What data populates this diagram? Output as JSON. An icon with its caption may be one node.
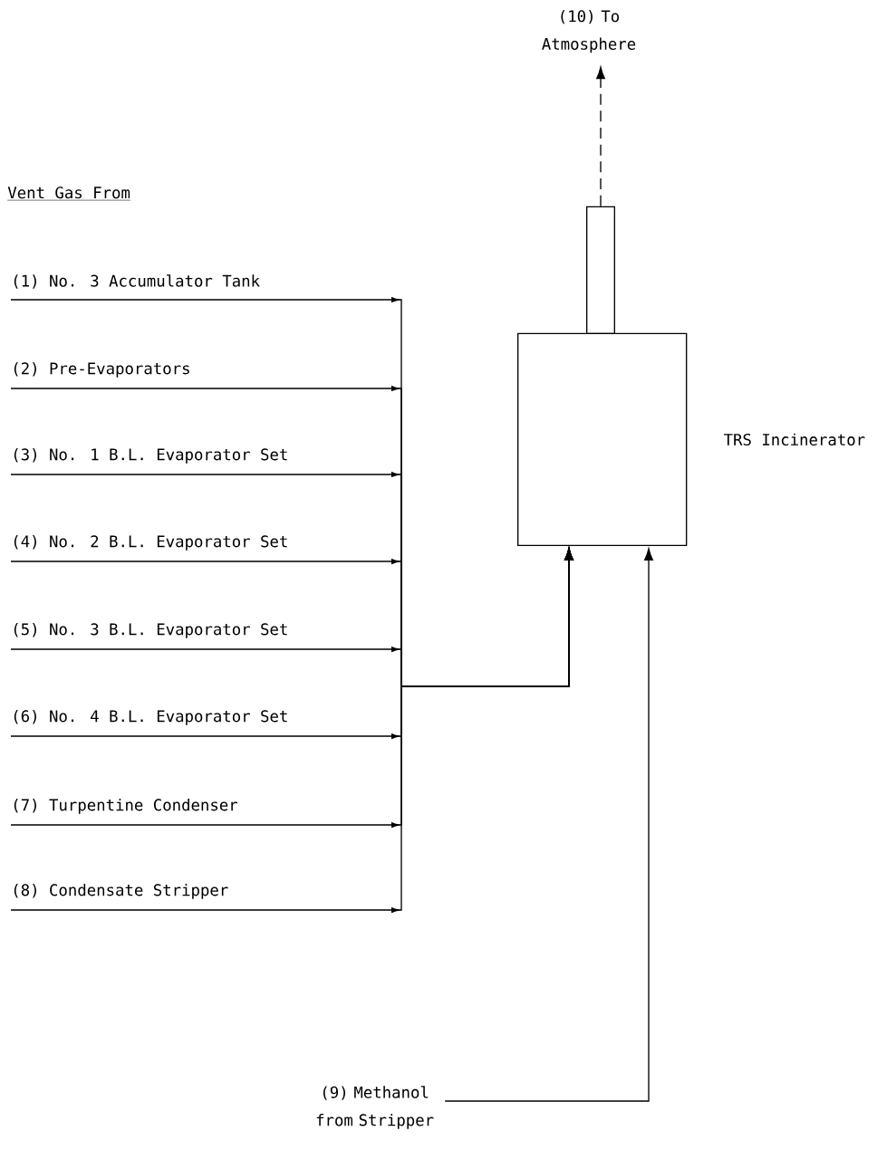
{
  "diagram": {
    "nodes": [
      {
        "text": [
          "(1) No. 3 Accumulator Tank"
        ]
      },
      {
        "text": [
          "(2) Pre-Evaporators"
        ]
      },
      {
        "text": [
          "(3) No. 1 B.L. Evaporator Set"
        ]
      },
      {
        "text": [
          "(4) No. 2 B.L. Evaporator Set"
        ]
      },
      {
        "text": [
          "(5) No. 3 B.L. Evaporator Set"
        ]
      },
      {
        "text": [
          "(6) No. 4 B.L. Evaporator Set"
        ]
      },
      {
        "text": [
          "(7) Turpentine Condenser"
        ]
      },
      {
        "text": [
          "(8) Condensate Stripper"
        ]
      },
      {
        "text": [
          "TRS Incinerator"
        ]
      },
      {
        "text": [],
        "shape": "box"
      },
      {
        "text": [
          "(10) To Atmosphere"
        ]
      },
      {
        "text": [
          "(9) Methanol from Stripper"
        ]
      }
    ],
    "edges": [
      {
        "from": 0,
        "to": 8,
        "arrow": "to"
      },
      {
        "from": 1,
        "to": 8,
        "arrow": "to"
      },
      {
        "from": 2,
        "to": 8,
        "arrow": "to"
      },
      {
        "from": 3,
        "to": 8,
        "arrow": "to"
      },
      {
        "from": 4,
        "to": 8,
        "arrow": "to"
      },
      {
        "from": 5,
        "to": 8,
        "arrow": "to"
      },
      {
        "from": 6,
        "to": 8,
        "arrow": "to"
      },
      {
        "from": 7,
        "to": 8,
        "arrow": "to"
      },
      {
        "from": 11,
        "to": 8,
        "arrow": "to"
      },
      {
        "from": 9,
        "to": 10,
        "arrow": "to",
        "style": "dashed"
      }
    ],
    "labels": [
      "Vent Gas From"
    ]
  }
}
